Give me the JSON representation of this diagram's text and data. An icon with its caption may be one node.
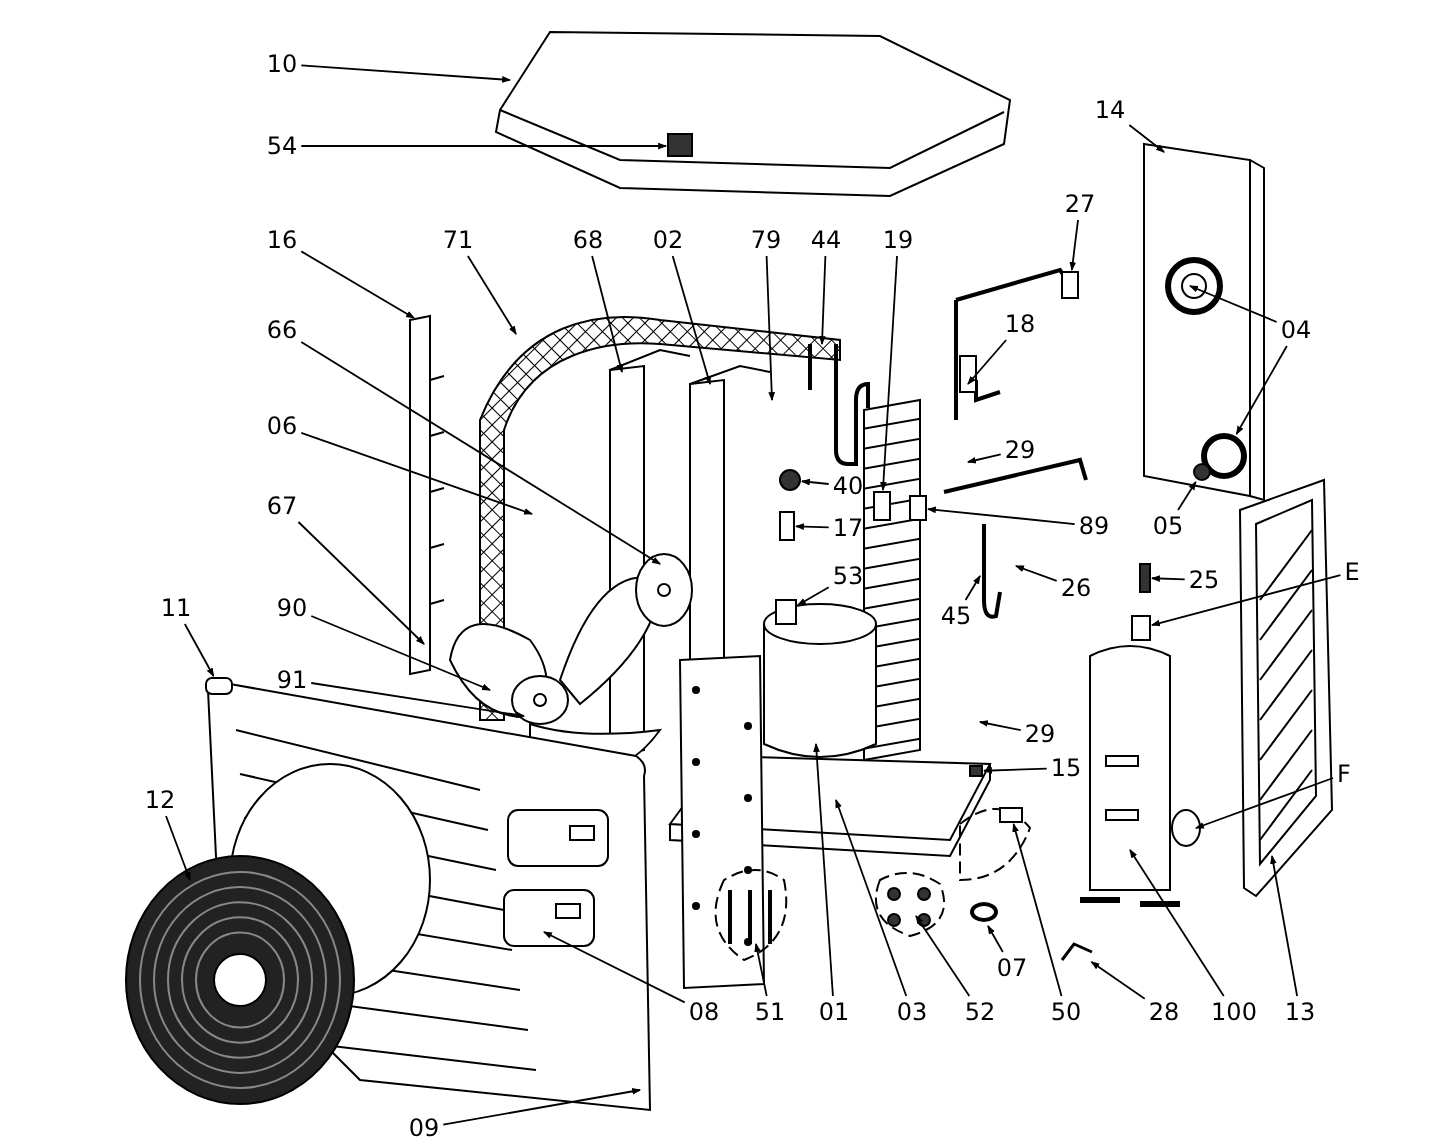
{
  "diagram": {
    "nodes": [
      {
        "text": [
          "10"
        ]
      },
      {
        "text": [
          "14"
        ]
      },
      {
        "text": [
          "54"
        ]
      },
      {
        "text": [
          "27"
        ]
      },
      {
        "text": [
          "16"
        ]
      },
      {
        "text": [
          "71"
        ]
      },
      {
        "text": [
          "68"
        ]
      },
      {
        "text": [
          "02"
        ]
      },
      {
        "text": [
          "79"
        ]
      },
      {
        "text": [
          "44"
        ]
      },
      {
        "text": [
          "19"
        ]
      },
      {
        "text": [
          "18"
        ]
      },
      {
        "text": [
          "04"
        ]
      },
      {
        "text": [
          "66"
        ]
      },
      {
        "text": [
          "06"
        ]
      },
      {
        "text": [
          "29"
        ]
      },
      {
        "text": [
          "40"
        ]
      },
      {
        "text": [
          "67"
        ]
      },
      {
        "text": [
          "17"
        ]
      },
      {
        "text": [
          "89"
        ]
      },
      {
        "text": [
          "05"
        ]
      },
      {
        "text": [
          "53"
        ]
      },
      {
        "text": [
          "E"
        ]
      },
      {
        "text": [
          "25"
        ]
      },
      {
        "text": [
          "26"
        ]
      },
      {
        "text": [
          "11"
        ]
      },
      {
        "text": [
          "90"
        ]
      },
      {
        "text": [
          "45"
        ]
      },
      {
        "text": [
          "91"
        ]
      },
      {
        "text": [
          "29"
        ]
      },
      {
        "text": [
          "15"
        ]
      },
      {
        "text": [
          "F"
        ]
      },
      {
        "text": [
          "12"
        ]
      },
      {
        "text": [
          "07"
        ]
      },
      {
        "text": [
          "08"
        ]
      },
      {
        "text": [
          "51"
        ]
      },
      {
        "text": [
          "01"
        ]
      },
      {
        "text": [
          "03"
        ]
      },
      {
        "text": [
          "52"
        ]
      },
      {
        "text": [
          "50"
        ]
      },
      {
        "text": [
          "28"
        ]
      },
      {
        "text": [
          "100"
        ]
      },
      {
        "text": [
          "13"
        ]
      },
      {
        "text": [
          "09"
        ]
      },
      {
        "text": [],
        "shape": "box"
      },
      {
        "text": [],
        "shape": "box"
      },
      {
        "text": [],
        "shape": "circle"
      },
      {
        "text": [],
        "shape": "box"
      },
      {
        "text": [],
        "shape": "box"
      },
      {
        "text": [],
        "shape": "box"
      },
      {
        "text": [],
        "shape": "box"
      },
      {
        "text": [],
        "shape": "picture"
      },
      {
        "text": [],
        "shape": "circle"
      },
      {
        "text": [],
        "shape": "box"
      },
      {
        "text": [],
        "shape": "box"
      },
      {
        "text": [],
        "shape": "circle"
      },
      {
        "text": [],
        "shape": "box"
      },
      {
        "text": [],
        "shape": "box"
      }
    ],
    "edges": [
      {
        "from": 0,
        "to": null,
        "arrow": "to"
      },
      {
        "from": 1,
        "to": null,
        "arrow": "to"
      },
      {
        "from": 2,
        "to": null,
        "arrow": "to"
      },
      {
        "from": 3,
        "to": 44,
        "arrow": "to"
      },
      {
        "from": 4,
        "to": null,
        "arrow": "to"
      },
      {
        "from": 5,
        "to": null,
        "arrow": "to"
      },
      {
        "from": 6,
        "to": null,
        "arrow": "to"
      },
      {
        "from": 7,
        "to": null,
        "arrow": "to"
      },
      {
        "from": 8,
        "to": null,
        "arrow": "to"
      },
      {
        "from": 9,
        "to": null,
        "arrow": "to"
      },
      {
        "from": 10,
        "to": 45,
        "arrow": "to"
      },
      {
        "from": 11,
        "to": null,
        "arrow": "to"
      },
      {
        "from": 12,
        "to": null,
        "arrow": "to"
      },
      {
        "from": 12,
        "to": 46,
        "arrow": "to"
      },
      {
        "from": 13,
        "to": null,
        "arrow": "to"
      },
      {
        "from": 14,
        "to": null,
        "arrow": "to"
      },
      {
        "from": 15,
        "to": null,
        "arrow": "to"
      },
      {
        "from": 16,
        "to": 52,
        "arrow": "to"
      },
      {
        "from": 17,
        "to": null,
        "arrow": "to"
      },
      {
        "from": 18,
        "to": 53,
        "arrow": "to"
      },
      {
        "from": 19,
        "to": 47,
        "arrow": "to"
      },
      {
        "from": 20,
        "to": 55,
        "arrow": "to"
      },
      {
        "from": 21,
        "to": 54,
        "arrow": "to"
      },
      {
        "from": 22,
        "to": 48,
        "arrow": "to"
      },
      {
        "from": 23,
        "to": 56,
        "arrow": "to"
      },
      {
        "from": 24,
        "to": null,
        "arrow": "to"
      },
      {
        "from": 25,
        "to": 49,
        "arrow": "to"
      },
      {
        "from": 26,
        "to": null,
        "arrow": "to"
      },
      {
        "from": 27,
        "to": null,
        "arrow": "to"
      },
      {
        "from": 28,
        "to": null,
        "arrow": "to"
      },
      {
        "from": 29,
        "to": null,
        "arrow": "to"
      },
      {
        "from": 30,
        "to": 57,
        "arrow": "to"
      },
      {
        "from": 31,
        "to": null,
        "arrow": "to"
      },
      {
        "from": 32,
        "to": null,
        "arrow": "to"
      },
      {
        "from": 33,
        "to": null,
        "arrow": "to"
      },
      {
        "from": 34,
        "to": null,
        "arrow": "to"
      },
      {
        "from": 35,
        "to": null,
        "arrow": "to"
      },
      {
        "from": 36,
        "to": null,
        "arrow": "to"
      },
      {
        "from": 37,
        "to": null,
        "arrow": "to"
      },
      {
        "from": 38,
        "to": null,
        "arrow": "to"
      },
      {
        "from": 39,
        "to": 50,
        "arrow": "to"
      },
      {
        "from": 40,
        "to": 51,
        "arrow": "to"
      },
      {
        "from": 41,
        "to": null,
        "arrow": "to"
      },
      {
        "from": 42,
        "to": null,
        "arrow": "to"
      },
      {
        "from": 43,
        "to": null,
        "arrow": "to"
      }
    ]
  }
}
